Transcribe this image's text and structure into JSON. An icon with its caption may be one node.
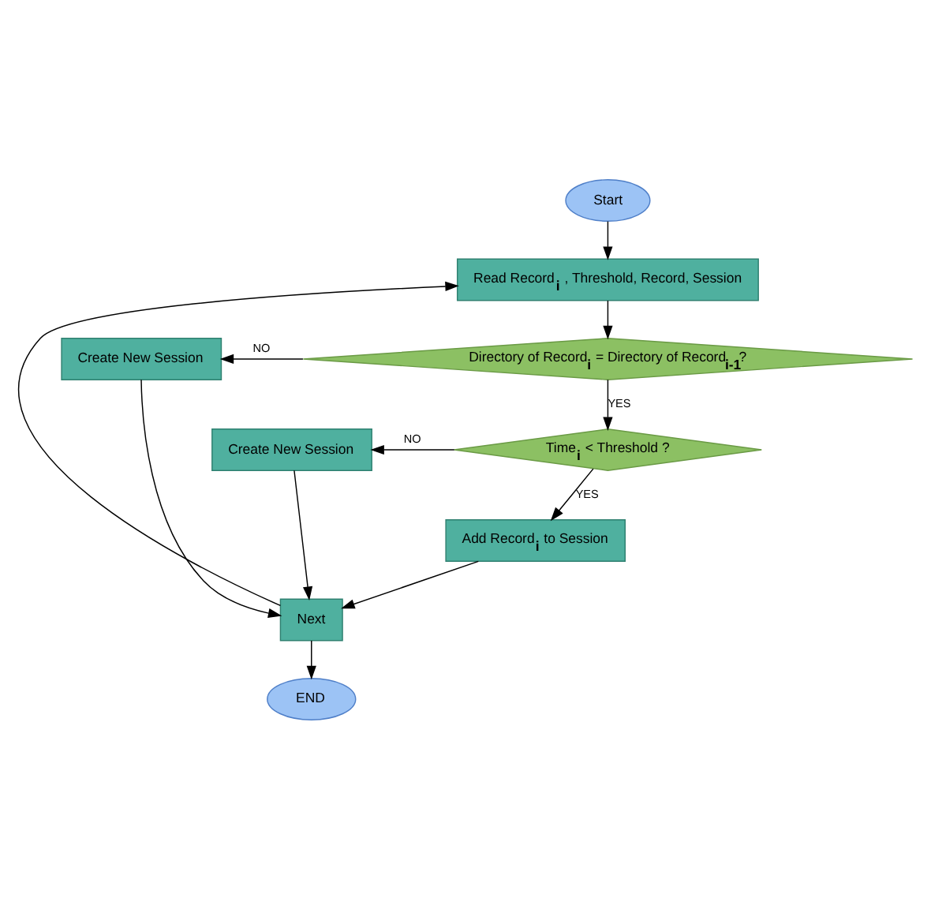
{
  "diagram": {
    "nodes": [
      {
        "text": [
          "Start"
        ]
      },
      {
        "text": [
          "Read Record$_{i}$ , Threshold, Record, Session"
        ]
      },
      {
        "text": [
          "Create New Session"
        ]
      },
      {
        "text": [
          "Directory of Record$_{i}$ = Directory of Record$_{i-1}$?"
        ]
      },
      {
        "text": [
          "Create New Session"
        ]
      },
      {
        "text": [
          "Time$_{i}$ < Threshold ?"
        ]
      },
      {
        "text": [
          "Add Record$_{i}$ to Session"
        ]
      },
      {
        "text": [
          "Next"
        ]
      },
      {
        "text": [
          "END"
        ]
      }
    ],
    "edges": [
      {
        "from": 0,
        "to": 1,
        "arrow": "to"
      },
      {
        "from": 1,
        "to": 3,
        "arrow": "to"
      },
      {
        "from": 3,
        "to": 2,
        "arrow": "to",
        "label": "NO"
      },
      {
        "from": 3,
        "to": 5,
        "arrow": "to",
        "label": "YES"
      },
      {
        "from": 5,
        "to": 4,
        "arrow": "to",
        "label": "NO"
      },
      {
        "from": 5,
        "to": 6,
        "arrow": "to",
        "label": "YES"
      },
      {
        "from": 6,
        "to": 7,
        "arrow": "to"
      },
      {
        "from": 2,
        "to": 7,
        "arrow": "to"
      },
      {
        "from": 4,
        "to": 7,
        "arrow": "to"
      },
      {
        "from": 7,
        "to": 8,
        "arrow": "to"
      },
      {
        "from": 7,
        "to": 1,
        "arrow": "to"
      }
    ]
  }
}
